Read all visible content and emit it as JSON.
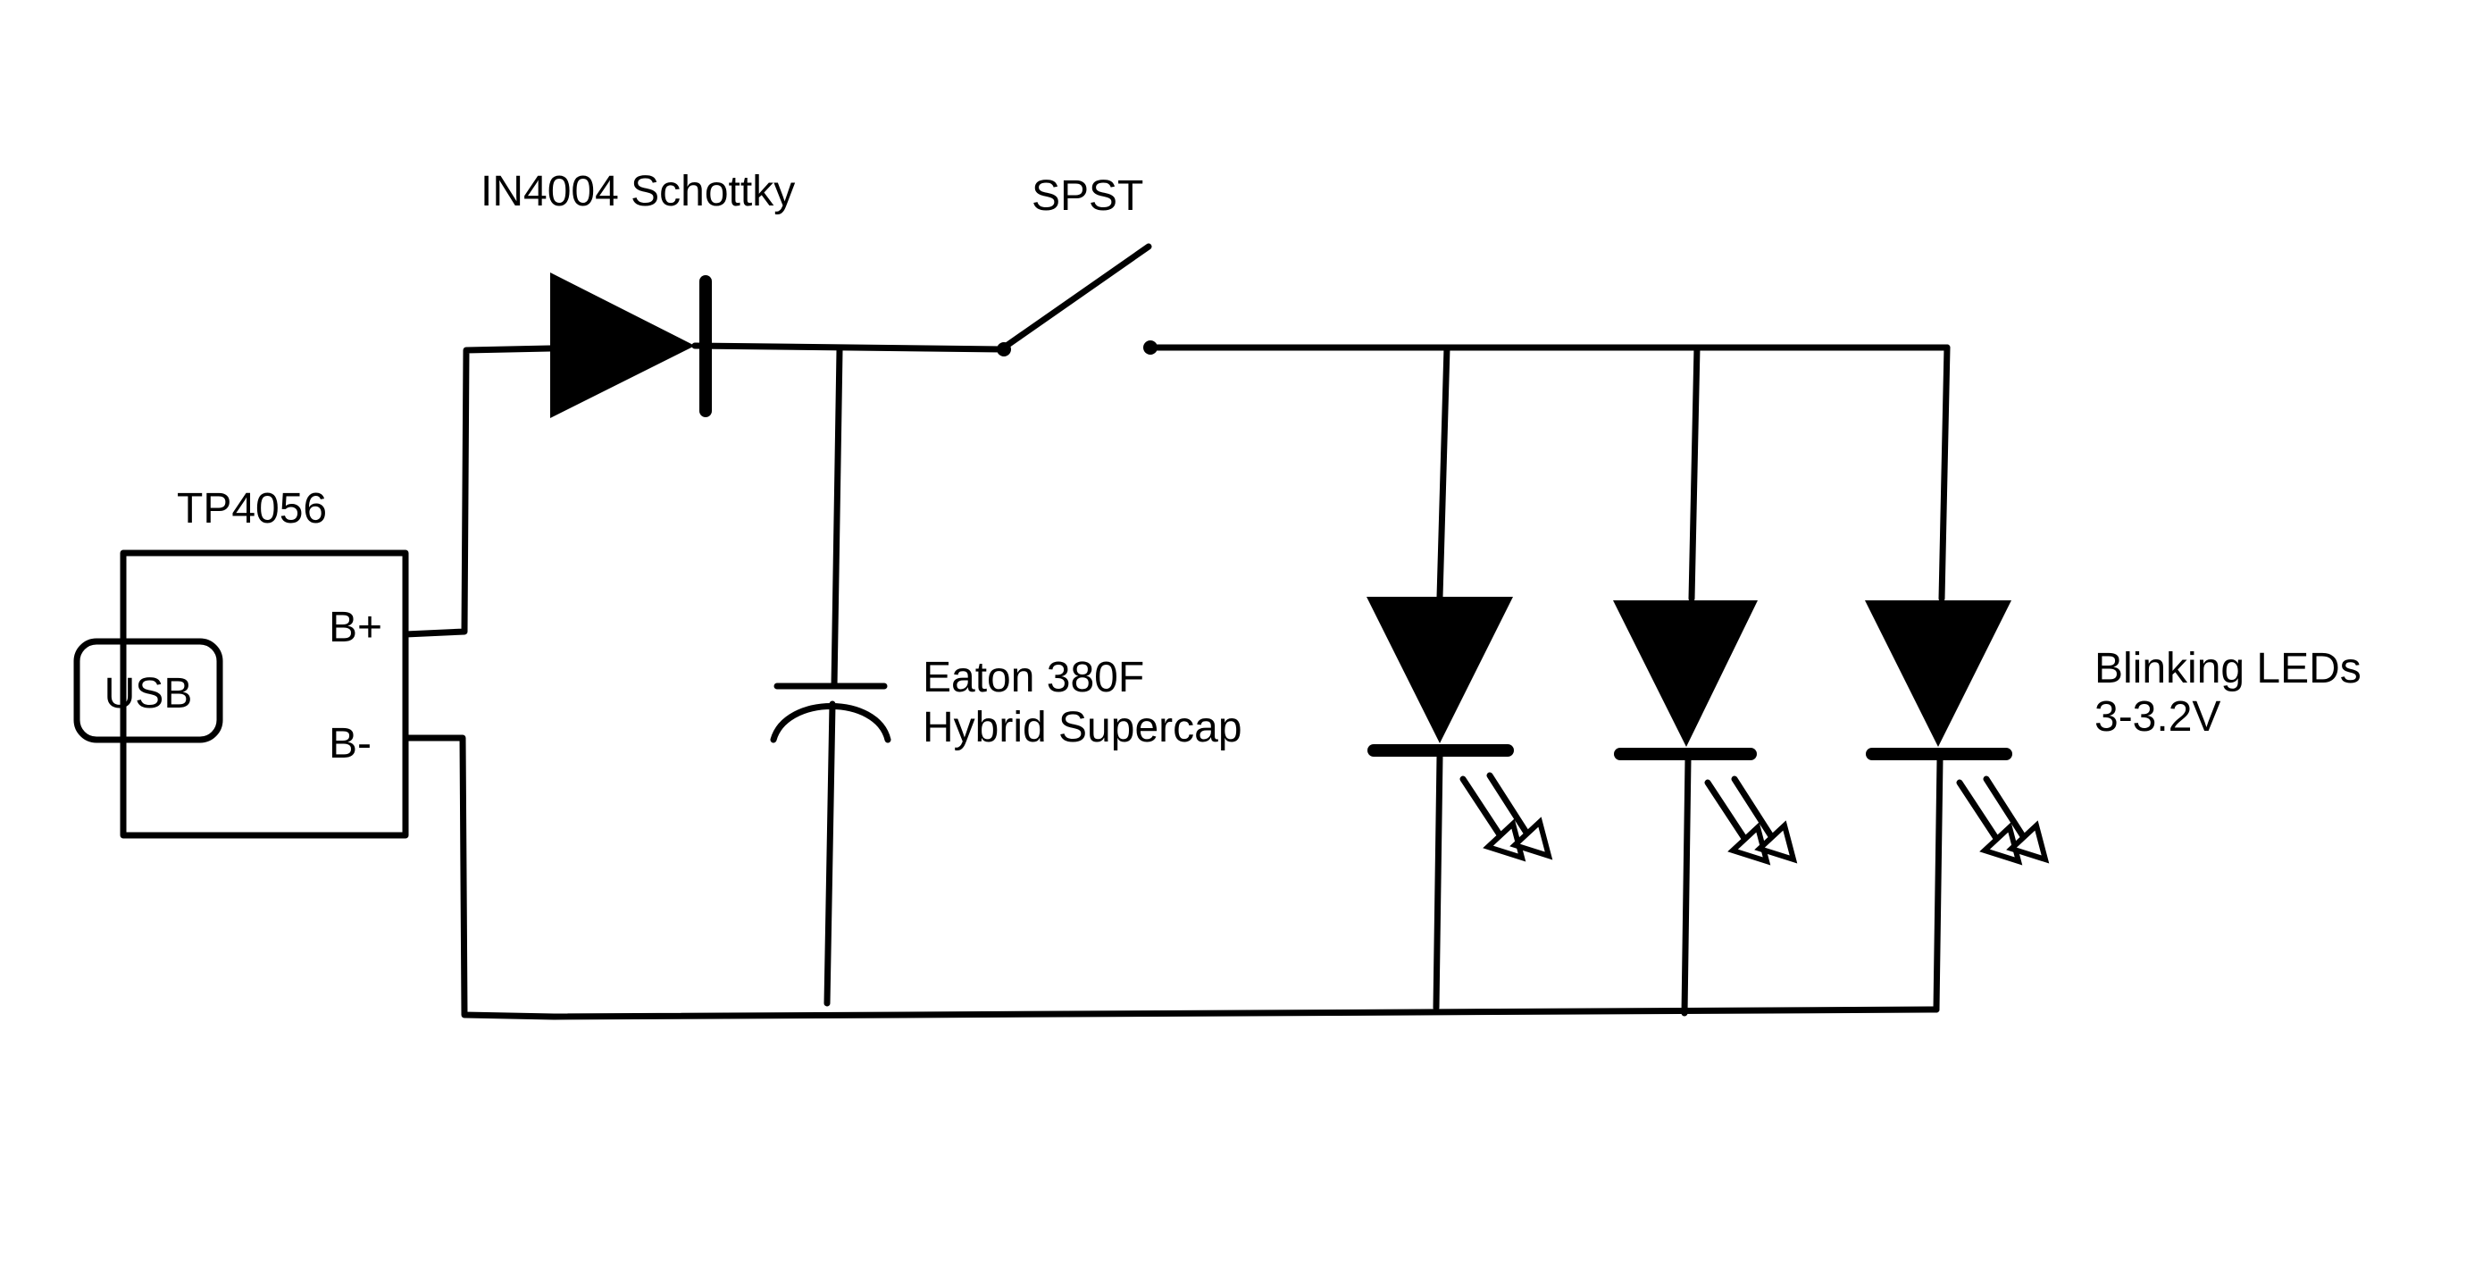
{
  "diagram": {
    "charger": {
      "name": "TP4056",
      "usb_label": "USB",
      "bplus_label": "B+",
      "bminus_label": "B-"
    },
    "diode": {
      "label": "IN4004 Schottky"
    },
    "switch": {
      "label": "SPST"
    },
    "capacitor": {
      "label_line1": "Eaton 380F",
      "label_line2": "Hybrid Supercap"
    },
    "leds": {
      "label_line1": "Blinking LEDs",
      "label_line2": "3-3.2V",
      "count": 3
    }
  }
}
